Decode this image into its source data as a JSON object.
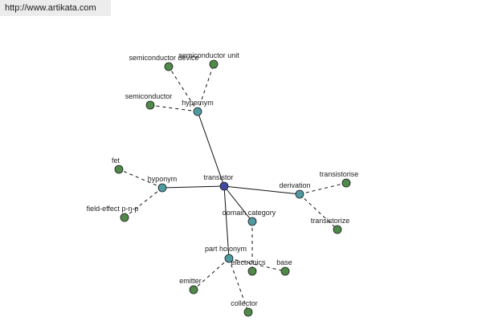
{
  "url_text": "http://www.artikata.com",
  "colors": {
    "center": "#3f4aa0",
    "relation": "#4e9aa0",
    "term": "#4f8a4a"
  },
  "nodes": [
    {
      "id": "transistor",
      "label": "transistor",
      "kind": "center"
    },
    {
      "id": "hypernym",
      "label": "hypernym",
      "kind": "relation"
    },
    {
      "id": "hyponym",
      "label": "hyponym",
      "kind": "relation"
    },
    {
      "id": "derivation",
      "label": "derivation",
      "kind": "relation"
    },
    {
      "id": "domain-category",
      "label": "domain category",
      "kind": "relation"
    },
    {
      "id": "part-holonym",
      "label": "part holonym",
      "kind": "relation"
    },
    {
      "id": "semiconductor-device",
      "label": "semiconductor device",
      "kind": "term"
    },
    {
      "id": "semiconductor-unit",
      "label": "semiconductor unit",
      "kind": "term"
    },
    {
      "id": "semiconductor",
      "label": "semiconductor",
      "kind": "term"
    },
    {
      "id": "fet",
      "label": "fet",
      "kind": "term"
    },
    {
      "id": "field-effect-p-n-p",
      "label": "field-effect p-n-p",
      "kind": "term"
    },
    {
      "id": "transistorise",
      "label": "transistorise",
      "kind": "term"
    },
    {
      "id": "transistorize",
      "label": "transistorize",
      "kind": "term"
    },
    {
      "id": "electronics",
      "label": "electronics",
      "kind": "term"
    },
    {
      "id": "base",
      "label": "base",
      "kind": "term"
    },
    {
      "id": "emitter",
      "label": "emitter",
      "kind": "term"
    },
    {
      "id": "collector",
      "label": "collector",
      "kind": "term"
    }
  ],
  "edges": [
    {
      "from": "transistor",
      "to": "hypernym",
      "style": "solid"
    },
    {
      "from": "transistor",
      "to": "hyponym",
      "style": "solid"
    },
    {
      "from": "transistor",
      "to": "derivation",
      "style": "solid"
    },
    {
      "from": "transistor",
      "to": "domain-category",
      "style": "solid"
    },
    {
      "from": "transistor",
      "to": "part-holonym",
      "style": "solid"
    },
    {
      "from": "hypernym",
      "to": "semiconductor-device",
      "style": "dashed"
    },
    {
      "from": "hypernym",
      "to": "semiconductor-unit",
      "style": "dashed"
    },
    {
      "from": "hypernym",
      "to": "semiconductor",
      "style": "dashed"
    },
    {
      "from": "hyponym",
      "to": "fet",
      "style": "dashed"
    },
    {
      "from": "hyponym",
      "to": "field-effect-p-n-p",
      "style": "dashed"
    },
    {
      "from": "derivation",
      "to": "transistorise",
      "style": "dashed"
    },
    {
      "from": "derivation",
      "to": "transistorize",
      "style": "dashed"
    },
    {
      "from": "domain-category",
      "to": "electronics",
      "style": "dashed"
    },
    {
      "from": "part-holonym",
      "to": "base",
      "style": "dashed"
    },
    {
      "from": "part-holonym",
      "to": "emitter",
      "style": "dashed"
    },
    {
      "from": "part-holonym",
      "to": "collector",
      "style": "dashed"
    }
  ]
}
